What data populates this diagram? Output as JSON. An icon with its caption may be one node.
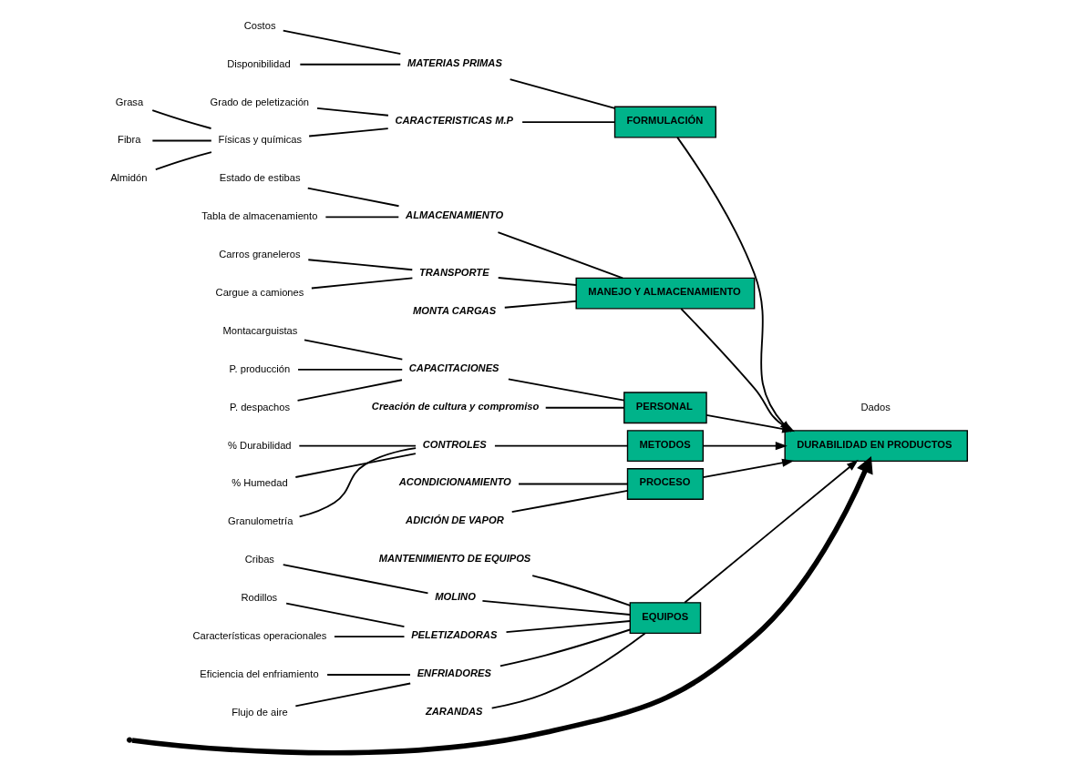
{
  "diagram": {
    "nodes": [
      {
        "text": [
          "DURABILIDAD EN PRODUCTOS"
        ]
      },
      {
        "text": [
          "FORMULACIÓN"
        ]
      },
      {
        "text": [
          "MANEJO Y ALMACENAMIENTO"
        ]
      },
      {
        "text": [
          "PERSONAL"
        ]
      },
      {
        "text": [
          "METODOS"
        ]
      },
      {
        "text": [
          "PROCESO"
        ]
      },
      {
        "text": [
          "EQUIPOS"
        ]
      },
      {
        "text": [
          "MATERIAS PRIMAS"
        ]
      },
      {
        "text": [
          "Costos"
        ]
      },
      {
        "text": [
          "Disponibilidad"
        ]
      },
      {
        "text": [
          "CARACTERISTICAS M.P"
        ]
      },
      {
        "text": [
          "Grado de peletización"
        ]
      },
      {
        "text": [
          "Físicas y químicas"
        ]
      },
      {
        "text": [
          "Grasa"
        ]
      },
      {
        "text": [
          "Fibra"
        ]
      },
      {
        "text": [
          "Almidón"
        ]
      },
      {
        "text": [
          "ALMACENAMIENTO"
        ]
      },
      {
        "text": [
          "Estado de estibas"
        ]
      },
      {
        "text": [
          "Tabla de almacenamiento"
        ]
      },
      {
        "text": [
          "TRANSPORTE"
        ]
      },
      {
        "text": [
          "Carros graneleros"
        ]
      },
      {
        "text": [
          "Cargue a camiones"
        ]
      },
      {
        "text": [
          "MONTA CARGAS"
        ]
      },
      {
        "text": [
          "CAPACITACIONES"
        ]
      },
      {
        "text": [
          "Montacarguistas"
        ]
      },
      {
        "text": [
          "P. producción"
        ]
      },
      {
        "text": [
          "P. despachos"
        ]
      },
      {
        "text": [
          "Creación de cultura y compromiso"
        ]
      },
      {
        "text": [
          "CONTROLES"
        ]
      },
      {
        "text": [
          "% Durabilidad"
        ]
      },
      {
        "text": [
          "% Humedad"
        ]
      },
      {
        "text": [
          "Granulometría"
        ]
      },
      {
        "text": [
          "ACONDICIONAMIENTO"
        ]
      },
      {
        "text": [
          "ADICIÓN DE VAPOR"
        ]
      },
      {
        "text": [
          "MANTENIMIENTO DE EQUIPOS"
        ]
      },
      {
        "text": [
          "MOLINO"
        ]
      },
      {
        "text": [
          "Cribas"
        ]
      },
      {
        "text": [
          "PELETIZADORAS"
        ]
      },
      {
        "text": [
          "Rodillos"
        ]
      },
      {
        "text": [
          "Características operacionales"
        ]
      },
      {
        "text": [
          "ENFRIADORES"
        ]
      },
      {
        "text": [
          "Eficiencia del enfriamiento"
        ]
      },
      {
        "text": [
          "Flujo de aire"
        ]
      },
      {
        "text": [
          "ZARANDAS"
        ]
      }
    ],
    "edges": [
      {
        "from": null,
        "to": 0,
        "arrow": "to",
        "style": "thick"
      },
      {
        "from": 1,
        "to": 0,
        "arrow": "to"
      },
      {
        "from": 2,
        "to": 0,
        "arrow": "to"
      },
      {
        "from": 3,
        "to": 0,
        "arrow": "to"
      },
      {
        "from": 4,
        "to": 0,
        "arrow": "to"
      },
      {
        "from": 5,
        "to": 0,
        "arrow": "to"
      },
      {
        "from": 6,
        "to": 0,
        "arrow": "to"
      },
      {
        "from": 7,
        "to": 1,
        "arrow": "none"
      },
      {
        "from": 8,
        "to": 7,
        "arrow": "none"
      },
      {
        "from": 9,
        "to": 7,
        "arrow": "none"
      },
      {
        "from": 10,
        "to": 1,
        "arrow": "none"
      },
      {
        "from": 11,
        "to": 10,
        "arrow": "none"
      },
      {
        "from": 12,
        "to": 10,
        "arrow": "none"
      },
      {
        "from": 13,
        "to": 12,
        "arrow": "none"
      },
      {
        "from": 14,
        "to": 12,
        "arrow": "none"
      },
      {
        "from": 15,
        "to": 12,
        "arrow": "none"
      },
      {
        "from": 16,
        "to": 2,
        "arrow": "none"
      },
      {
        "from": 17,
        "to": 16,
        "arrow": "none"
      },
      {
        "from": 18,
        "to": 16,
        "arrow": "none"
      },
      {
        "from": 19,
        "to": 2,
        "arrow": "none"
      },
      {
        "from": 20,
        "to": 19,
        "arrow": "none"
      },
      {
        "from": 21,
        "to": 19,
        "arrow": "none"
      },
      {
        "from": 22,
        "to": 2,
        "arrow": "none"
      },
      {
        "from": 23,
        "to": 3,
        "arrow": "none"
      },
      {
        "from": 24,
        "to": 23,
        "arrow": "none"
      },
      {
        "from": 25,
        "to": 23,
        "arrow": "none"
      },
      {
        "from": 26,
        "to": 23,
        "arrow": "none"
      },
      {
        "from": 27,
        "to": 3,
        "arrow": "none"
      },
      {
        "from": 28,
        "to": 4,
        "arrow": "none"
      },
      {
        "from": 29,
        "to": 28,
        "arrow": "none"
      },
      {
        "from": 30,
        "to": 28,
        "arrow": "none"
      },
      {
        "from": 31,
        "to": 28,
        "arrow": "none"
      },
      {
        "from": 32,
        "to": 5,
        "arrow": "none"
      },
      {
        "from": 33,
        "to": 5,
        "arrow": "none"
      },
      {
        "from": 34,
        "to": 6,
        "arrow": "none"
      },
      {
        "from": 35,
        "to": 6,
        "arrow": "none"
      },
      {
        "from": 36,
        "to": 35,
        "arrow": "none"
      },
      {
        "from": 37,
        "to": 6,
        "arrow": "none"
      },
      {
        "from": 38,
        "to": 37,
        "arrow": "none"
      },
      {
        "from": 39,
        "to": 37,
        "arrow": "none"
      },
      {
        "from": 40,
        "to": 6,
        "arrow": "none"
      },
      {
        "from": 41,
        "to": 40,
        "arrow": "none"
      },
      {
        "from": 42,
        "to": 40,
        "arrow": "none"
      },
      {
        "from": 43,
        "to": 6,
        "arrow": "none"
      }
    ],
    "labels": [
      "Dados"
    ]
  }
}
